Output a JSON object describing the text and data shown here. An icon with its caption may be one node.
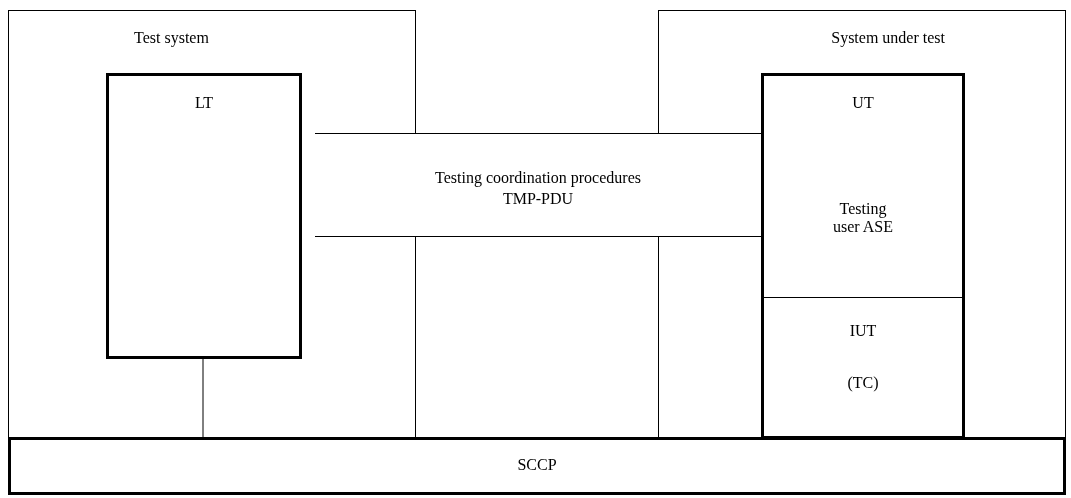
{
  "diagram": {
    "nodes": [
      {
        "text": [
          "Test system"
        ]
      },
      {
        "text": [
          "LT"
        ],
        "in": 0
      },
      {
        "text": [
          "System under test"
        ]
      },
      {
        "text": [
          "UT",
          "Testing user ASE"
        ],
        "in": 2
      },
      {
        "text": [
          "IUT",
          "(TC)"
        ],
        "in": 2
      },
      {
        "text": [
          "Testing coordination procedures",
          "TMP-PDU"
        ]
      },
      {
        "text": [
          "SCCP"
        ]
      }
    ],
    "edges": [
      {
        "from": 1,
        "to": 6,
        "arrow": "none"
      }
    ]
  }
}
